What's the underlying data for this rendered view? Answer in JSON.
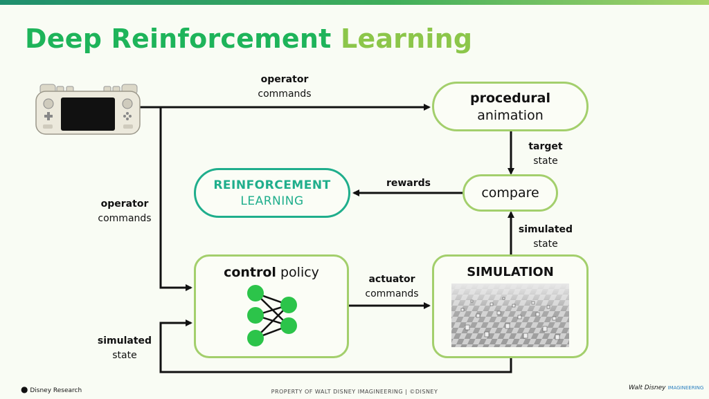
{
  "title": {
    "part1": "Deep Reinforcement",
    "part2": "Learning"
  },
  "nodes": {
    "procedural": {
      "line1": "procedural",
      "line2": "animation"
    },
    "compare": {
      "label": "compare"
    },
    "rl": {
      "line1": "REINFORCEMENT",
      "line2": "LEARNING"
    },
    "control": {
      "bold": "control",
      "rest": " policy"
    },
    "simulation": {
      "label": "SIMULATION"
    }
  },
  "edges": {
    "operator_top": {
      "bold": "operator",
      "normal": "commands"
    },
    "operator_left": {
      "bold": "operator",
      "normal": "commands"
    },
    "target": {
      "bold": "target",
      "normal": "state"
    },
    "rewards": {
      "bold": "rewards"
    },
    "simulated_right": {
      "bold": "simulated",
      "normal": "state"
    },
    "actuator": {
      "bold": "actuator",
      "normal": "commands"
    },
    "simulated_bottom": {
      "bold": "simulated",
      "normal": "state"
    }
  },
  "footer": {
    "center": "PROPERTY OF WALT DISNEY IMAGINEERING | ©DISNEY",
    "left_logo": "Disney Research",
    "right_logo": "Walt Disney",
    "right_logo_sub": "IMAGINEERING"
  },
  "colors": {
    "accent_green": "#1eb45a",
    "light_green": "#8cc64a",
    "box_border": "#a3cf6c",
    "teal": "#1fae8c"
  },
  "icons": [
    "handheld-controller-icon",
    "neural-network-icon",
    "simulation-render-image"
  ]
}
